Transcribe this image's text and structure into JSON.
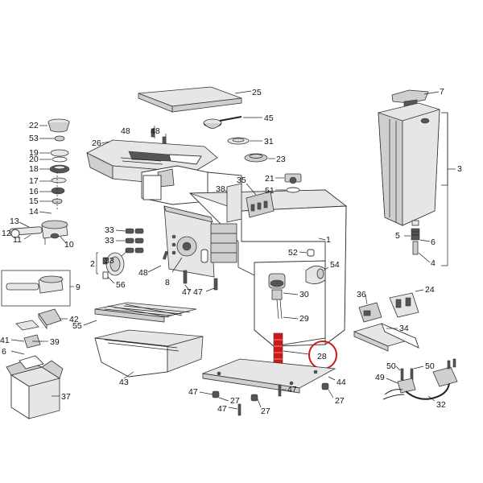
{
  "diagram": {
    "highlight_color": "#d01818",
    "highlighted_part": "28",
    "labels": {
      "l25": "25",
      "l45": "45",
      "l7": "7",
      "l22": "22",
      "l53": "53",
      "l19": "19",
      "l20": "20",
      "l18": "18",
      "l17": "17",
      "l16": "16",
      "l15": "15",
      "l14": "14",
      "l13": "13",
      "l12": "12",
      "l11": "11",
      "l10": "10",
      "l48a": "48",
      "l48b": "48",
      "l26": "26",
      "l31": "31",
      "l23": "23",
      "l21": "21",
      "l51": "51",
      "l38": "38",
      "l35": "35",
      "l3": "3",
      "l33a": "33",
      "l33b": "33",
      "l33c": "33",
      "l2": "2",
      "l56": "56",
      "l48c": "48",
      "l8": "8",
      "l47a": "47",
      "l47b": "47",
      "l52": "52",
      "l1": "1",
      "l54": "54",
      "l5": "5",
      "l6": "6",
      "l4": "4",
      "l9": "9",
      "l55": "55",
      "l42": "42",
      "l41": "41",
      "l39": "39",
      "l6b": "6",
      "l30": "30",
      "l29": "29",
      "l36": "36",
      "l24": "24",
      "l34": "34",
      "l28": "28",
      "l43": "43",
      "l44": "44",
      "l50a": "50",
      "l50b": "50",
      "l49": "49",
      "l47c": "47",
      "l27a": "27",
      "l47d": "47",
      "l47e": "47",
      "l27b": "27",
      "l27c": "27",
      "l37": "37",
      "l32": "32"
    }
  }
}
